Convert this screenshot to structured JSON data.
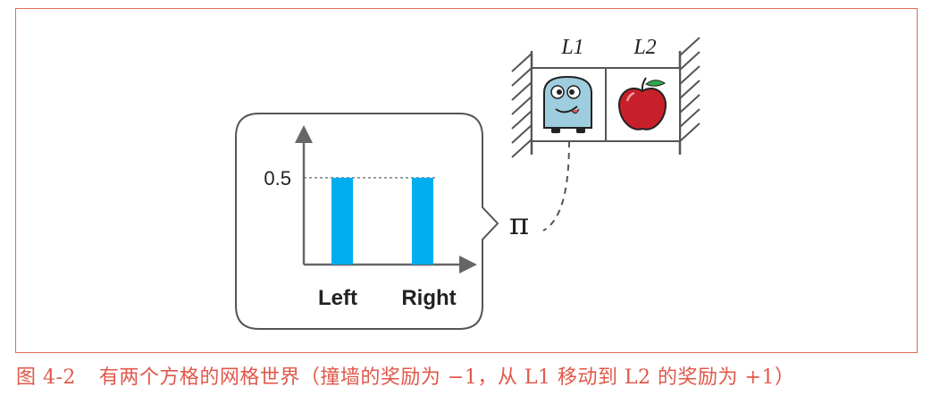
{
  "policy_chart": {
    "y_tick_label": "0.5",
    "categories": [
      "Left",
      "Right"
    ],
    "values": [
      0.5,
      0.5
    ],
    "bar_color": "#00adef",
    "ylim": [
      0,
      0.7
    ]
  },
  "grid_world": {
    "cell_labels": [
      "L1",
      "L2"
    ],
    "agent_icon": "robot-icon",
    "goal_icon": "apple-icon"
  },
  "policy_symbol": "π",
  "caption": {
    "figure_number": "图 4-2",
    "text": "有两个方格的网格世界（撞墙的奖励为 −1，从 L1 移动到 L2 的奖励为 +1）"
  },
  "colors": {
    "frame": "#e06a5a",
    "caption": "#e0584a",
    "bar": "#00adef",
    "axis": "#555555"
  }
}
